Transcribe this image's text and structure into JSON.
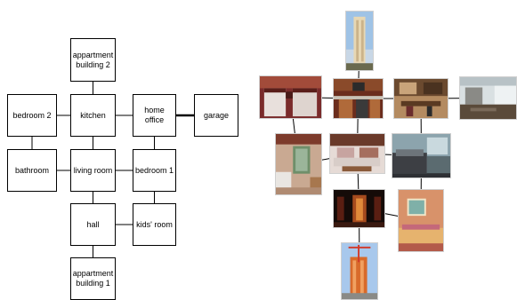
{
  "diagram": {
    "nodes": {
      "apt2": "appartment\nbuilding 2",
      "bedroom2": "bedroom 2",
      "kitchen": "kitchen",
      "office": "home\noffice",
      "garage": "garage",
      "bathroom": "bathroom",
      "living": "living room",
      "bedroom1": "bedroom 1",
      "hall": "hall",
      "kids": "kids' room",
      "apt1": "appartment\nbuilding 1"
    },
    "edges": [
      [
        "apt2",
        "kitchen"
      ],
      [
        "bedroom2",
        "kitchen"
      ],
      [
        "kitchen",
        "office"
      ],
      [
        "office",
        "garage"
      ],
      [
        "bedroom2",
        "bathroom"
      ],
      [
        "kitchen",
        "living"
      ],
      [
        "bathroom",
        "living"
      ],
      [
        "living",
        "bedroom1"
      ],
      [
        "office",
        "bedroom1"
      ],
      [
        "living",
        "hall"
      ],
      [
        "hall",
        "kids"
      ],
      [
        "bedroom1",
        "kids"
      ],
      [
        "hall",
        "apt1"
      ]
    ],
    "thick_edges": [
      [
        "office",
        "garage"
      ]
    ]
  },
  "photos": {
    "apt2": {
      "subject": "tower",
      "colors": [
        "#9fc3e6",
        "#e7d7b3"
      ]
    },
    "bedroom2": {
      "subject": "bedroom",
      "colors": [
        "#7a2b2b",
        "#e8e0dc"
      ]
    },
    "kitchen": {
      "subject": "kitchen",
      "colors": [
        "#6b2d1d",
        "#b06a3a"
      ]
    },
    "office": {
      "subject": "office",
      "colors": [
        "#6b4a2f",
        "#b48b61"
      ]
    },
    "garage": {
      "subject": "garage",
      "colors": [
        "#d9e0e2",
        "#5a4a3a"
      ]
    },
    "bathroom": {
      "subject": "bathroom",
      "colors": [
        "#7d3b2b",
        "#c9a992"
      ]
    },
    "living": {
      "subject": "living",
      "colors": [
        "#6a3a2a",
        "#e6dbd6"
      ]
    },
    "bedroom1": {
      "subject": "bedroom",
      "colors": [
        "#8ca4ad",
        "#3d3f44"
      ]
    },
    "hall": {
      "subject": "hall",
      "colors": [
        "#150b08",
        "#a64b1e"
      ]
    },
    "kids": {
      "subject": "kids",
      "colors": [
        "#d8926a",
        "#e6b36e"
      ]
    },
    "apt1": {
      "subject": "tower-crane",
      "colors": [
        "#a8c8ec",
        "#d86a2a"
      ]
    }
  }
}
